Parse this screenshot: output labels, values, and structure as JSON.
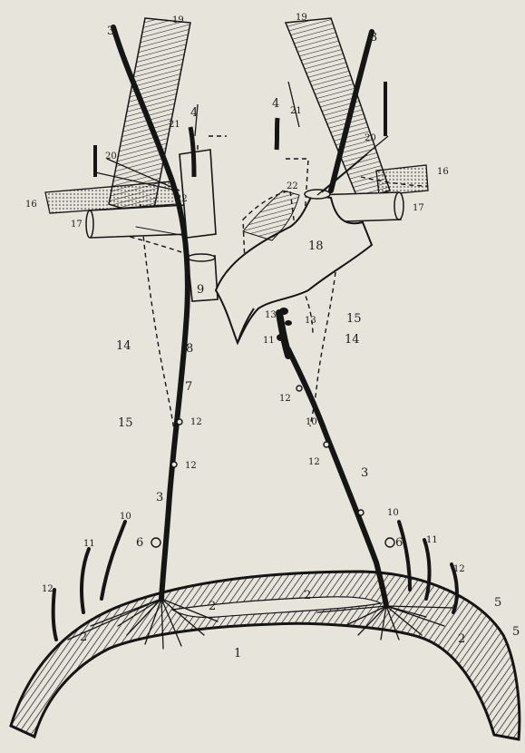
{
  "colors": {
    "paper": "#e6e4db",
    "ink": "#151515"
  },
  "labels": {
    "l1": "1",
    "l2a": "2",
    "l2b": "2",
    "l2c": "2",
    "l2d": "2",
    "l3a": "3",
    "l3b": "3",
    "l3c": "3",
    "l3d": "3",
    "l4a": "4",
    "l4b": "4",
    "l5a": "5",
    "l5b": "5",
    "l6a": "6",
    "l6b": "6",
    "l7": "7",
    "l8": "8",
    "l9": "9",
    "l10a": "10",
    "l10b": "10",
    "l10c": "10",
    "l11a": "11",
    "l11b": "11",
    "l11c": "11",
    "l12a": "12",
    "l12b": "12",
    "l12c": "12",
    "l12d": "12",
    "l12e": "12",
    "l12f": "12",
    "l13a": "13",
    "l13b": "13",
    "l14a": "14",
    "l14b": "14",
    "l15a": "15",
    "l15b": "15",
    "l16a": "16",
    "l16b": "16",
    "l17a": "17",
    "l17b": "17",
    "l18": "18",
    "l19a": "19",
    "l19b": "19",
    "l20a": "20",
    "l20b": "20",
    "l21a": "21",
    "l21b": "21",
    "l22a": "22",
    "l22b": "22"
  }
}
